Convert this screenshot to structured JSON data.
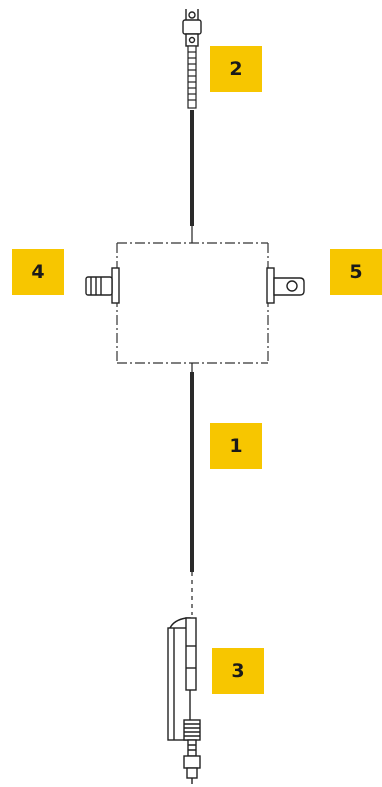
{
  "diagram": {
    "callout_color": "#F7C600",
    "line_color": "#222222",
    "callouts": [
      {
        "id": "c2",
        "label": "2"
      },
      {
        "id": "c4",
        "label": "4"
      },
      {
        "id": "c5",
        "label": "5"
      },
      {
        "id": "c1",
        "label": "1"
      },
      {
        "id": "c3",
        "label": "3"
      }
    ]
  }
}
